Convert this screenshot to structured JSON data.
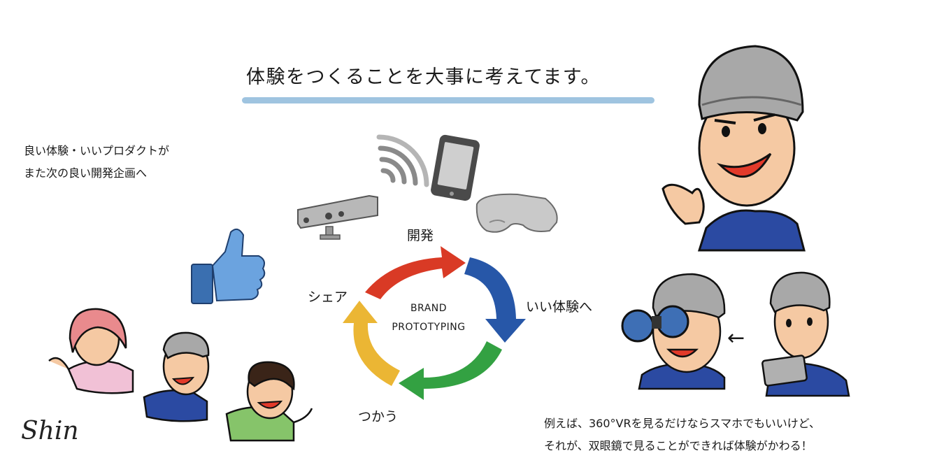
{
  "title": "体験をつくることを大事に考えてます。",
  "note_left": {
    "line1": "良い体験・いいプロダクトが",
    "line2": "また次の良い開発企画へ"
  },
  "cycle": {
    "center_line1": "BRAND",
    "center_line2": "PROTOTYPING",
    "labels": {
      "develop": "開発",
      "good_experience": "いい体験へ",
      "use": "つかう",
      "share": "シェア"
    },
    "colors": {
      "red": "#d93a25",
      "blue": "#2757a8",
      "green": "#33a142",
      "yellow": "#ebb634"
    }
  },
  "note_bottom": {
    "line1": "例えば、360°VRを見るだけならスマホでもいいけど、",
    "line2": "それが、双眼鏡で見ることができれば体験がかわる！"
  },
  "signature": "Shin",
  "arrow": "←",
  "icons": [
    "wifi-icon",
    "tablet-icon",
    "vr-headset-icon",
    "depth-camera-icon",
    "thumbs-up-icon"
  ]
}
